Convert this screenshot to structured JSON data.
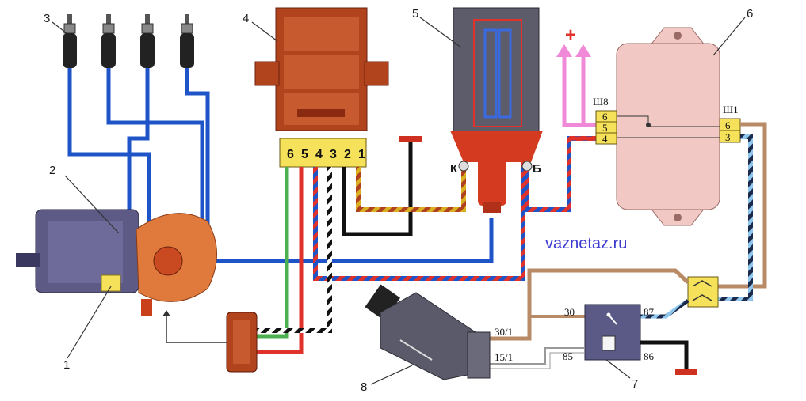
{
  "labels": {
    "n1": "1",
    "n2": "2",
    "n3": "3",
    "n4": "4",
    "n5": "5",
    "n6": "6",
    "n7": "7",
    "n8": "8"
  },
  "commutator": {
    "pins": [
      "6",
      "5",
      "4",
      "3",
      "2",
      "1"
    ]
  },
  "coil": {
    "terminal_k": "К",
    "terminal_b": "Б"
  },
  "switch_unit": {
    "sh8": "Ш8",
    "sh1": "Ш1",
    "left_pins": [
      "6",
      "5",
      "4"
    ],
    "right_pins": [
      "6",
      "3"
    ]
  },
  "power": {
    "plus": "+"
  },
  "relay": {
    "t30": "30",
    "t87": "87",
    "t85": "85",
    "t86": "86"
  },
  "ignition_switch": {
    "t30_1": "30/1",
    "t15_1": "15/1"
  },
  "watermark": "vaznetaz.ru",
  "colors": {
    "blue": "#1e54c8",
    "red": "#e0322a",
    "black": "#111111",
    "green": "#4caf50",
    "brown": "#b98a66",
    "pink": "#f08ad8",
    "lightblue": "#8ec6ee",
    "yellow": "#f5e15a"
  }
}
